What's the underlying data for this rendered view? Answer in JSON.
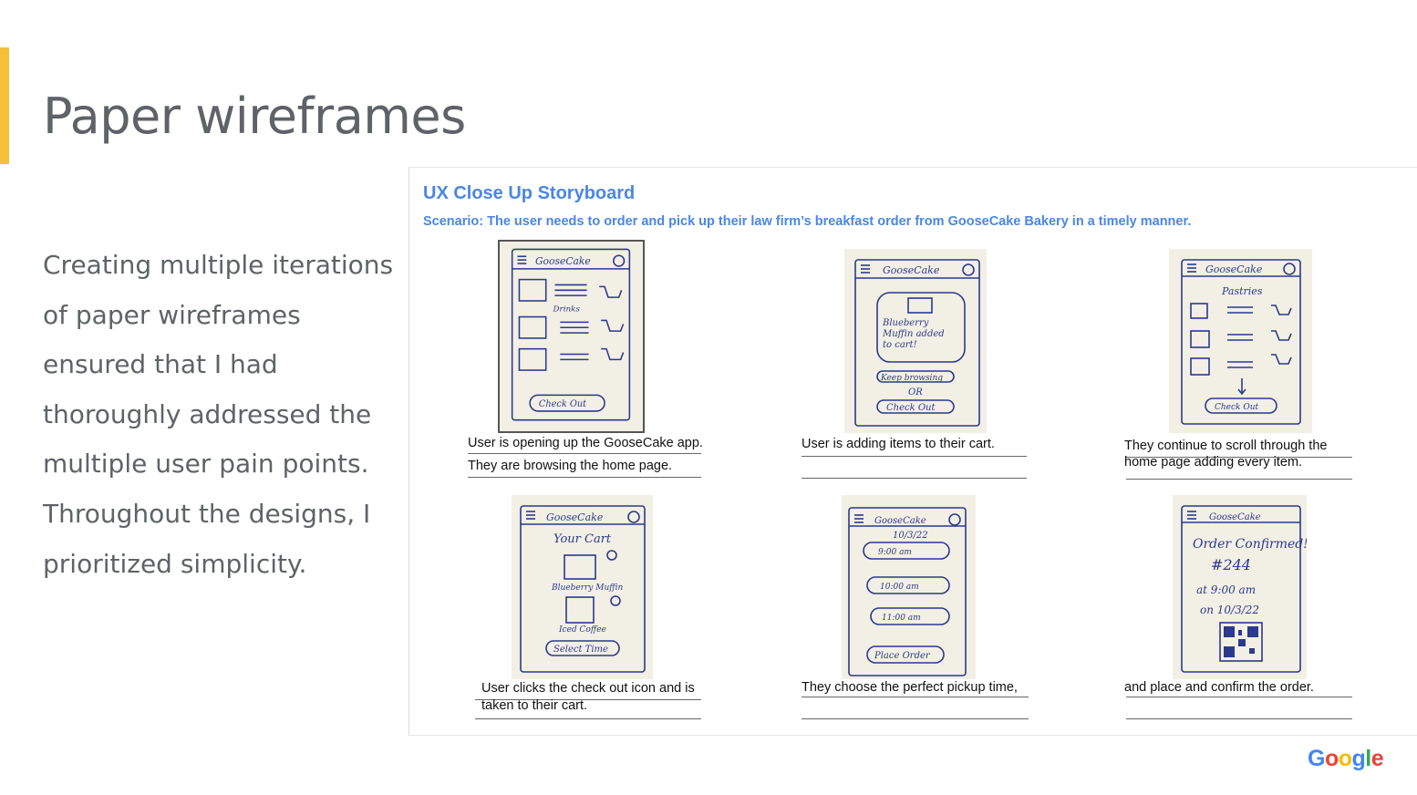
{
  "slide": {
    "title": "Paper wireframes",
    "body": "Creating multiple iterations of paper wireframes ensured that I had thoroughly addressed the multiple user pain points. Throughout the designs, I prioritized simplicity."
  },
  "storyboard": {
    "title": "UX Close Up Storyboard",
    "scenario": "Scenario: The user needs to order and pick up their law firm’s breakfast order from GooseCake Bakery in a timely manner.",
    "frames": [
      {
        "caption_1": "User is opening up the GooseCake app.",
        "caption_2": "They are browsing the home page.",
        "sketch": {
          "app": "GooseCake",
          "category": "Drinks",
          "button": "Check Out"
        }
      },
      {
        "caption_1": "User is adding items to their cart.",
        "caption_2": "",
        "sketch": {
          "app": "GooseCake",
          "popup_line_1": "Blueberry",
          "popup_line_2": "Muffin added",
          "popup_line_3": "to cart!",
          "button_1": "Keep browsing",
          "or": "OR",
          "button_2": "Check Out"
        }
      },
      {
        "caption_1": "They continue to scroll through the",
        "caption_2": "home page adding every item.",
        "sketch": {
          "app": "GooseCake",
          "category": "Pastries",
          "button": "Check Out"
        }
      },
      {
        "caption_1": "User clicks the check out icon and is",
        "caption_2": "taken to their cart.",
        "sketch": {
          "app": "GooseCake",
          "heading": "Your Cart",
          "item_1": "Blueberry Muffin",
          "item_2": "Iced Coffee",
          "button": "Select Time"
        }
      },
      {
        "caption_1": "They choose the perfect pickup time,",
        "caption_2": "",
        "sketch": {
          "app": "GooseCake",
          "date": "10/3/22",
          "time_1": "9:00 am",
          "time_2": "10:00 am",
          "time_3": "11:00 am",
          "button": "Place Order"
        }
      },
      {
        "caption_1": "and place and confirm the order.",
        "caption_2": "",
        "sketch": {
          "app": "GooseCake",
          "line_1": "Order Confirmed!",
          "line_2": "#244",
          "line_3": "at 9:00 am",
          "line_4": "on 10/3/22"
        }
      }
    ]
  },
  "logo": {
    "text": "Google"
  },
  "colors": {
    "accent": "#f6bf3a",
    "title": "#5f6368",
    "storyboard_blue": "#4a86e8",
    "ink": "#2b3a8c",
    "paper": "#f2efe4"
  }
}
